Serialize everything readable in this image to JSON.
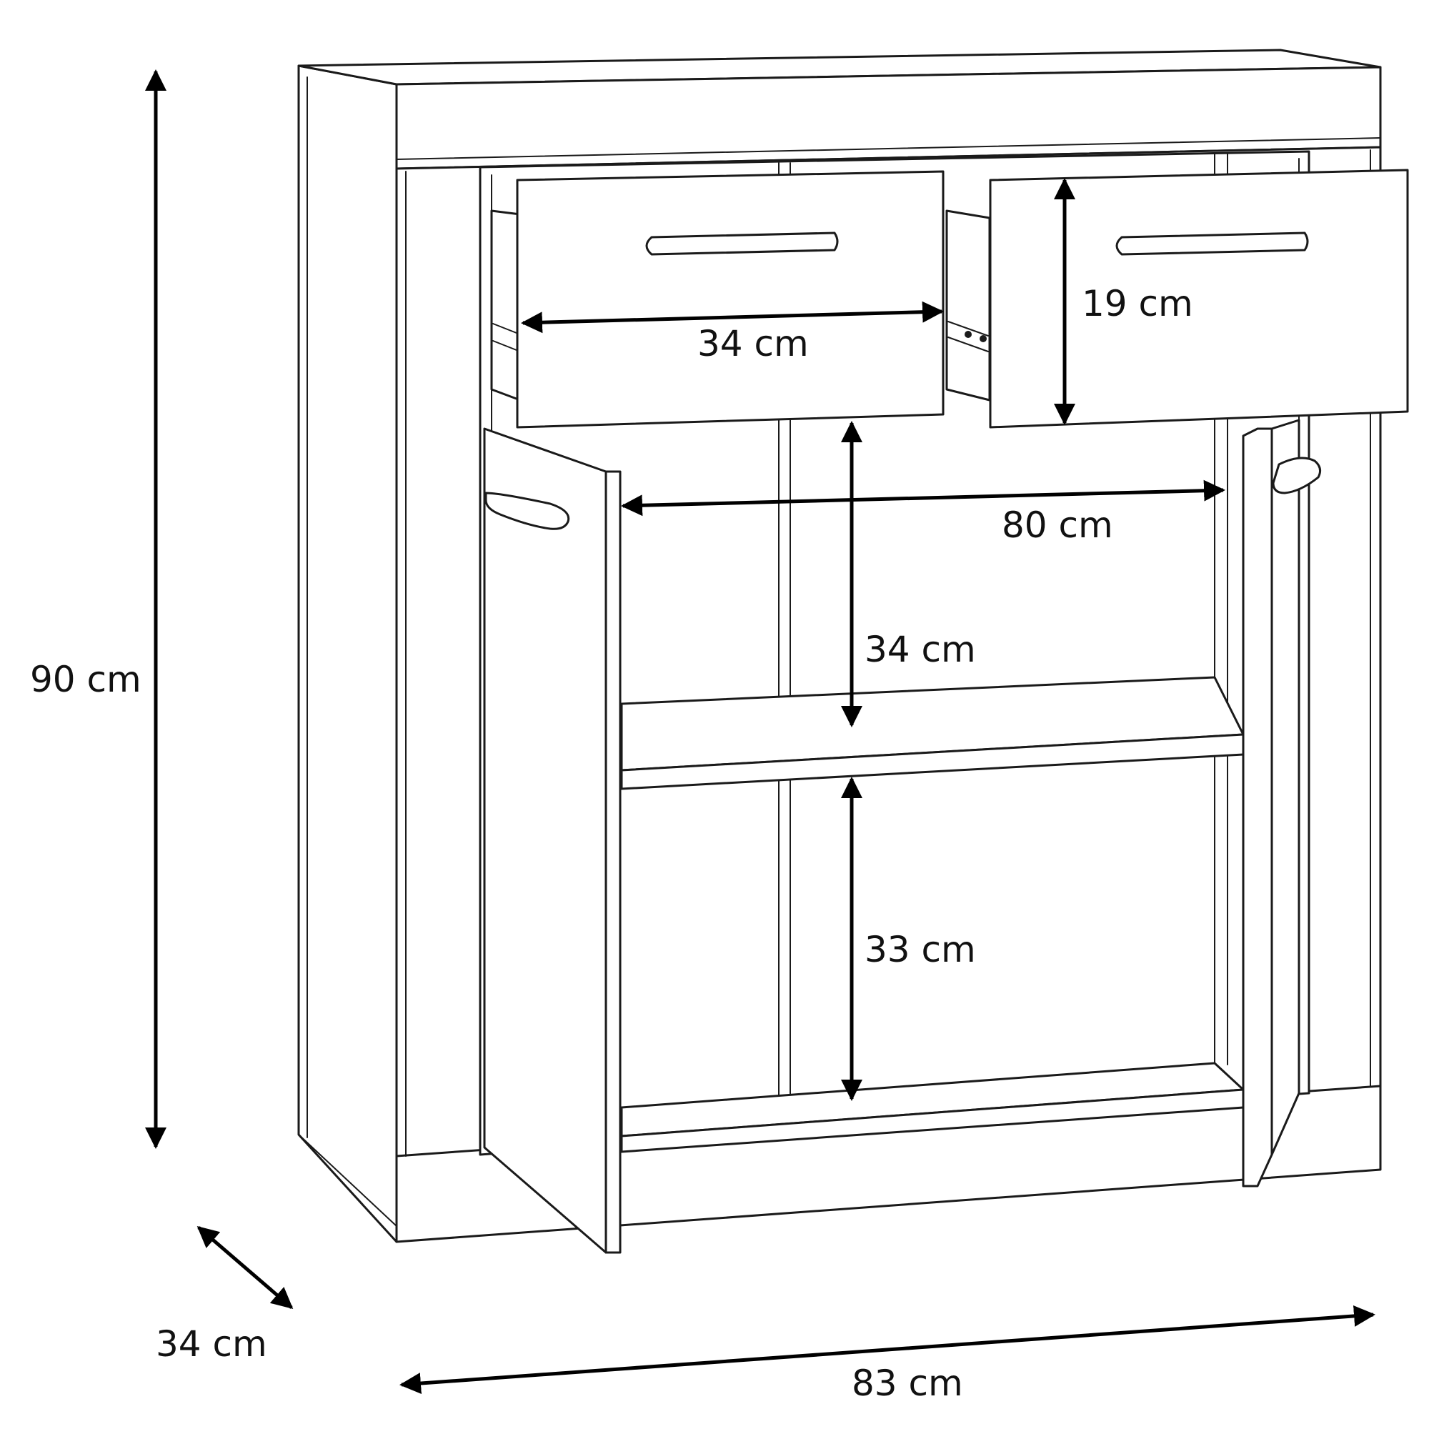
{
  "figure": {
    "subject": "two-drawer two-door cabinet",
    "dimensions": {
      "total_height": "90 cm",
      "depth": "34 cm",
      "total_width": "83 cm",
      "drawer_width": "34 cm",
      "drawer_height": "19 cm",
      "inner_width": "80 cm",
      "upper_compartment_height": "34 cm",
      "lower_compartment_height": "33 cm"
    }
  }
}
